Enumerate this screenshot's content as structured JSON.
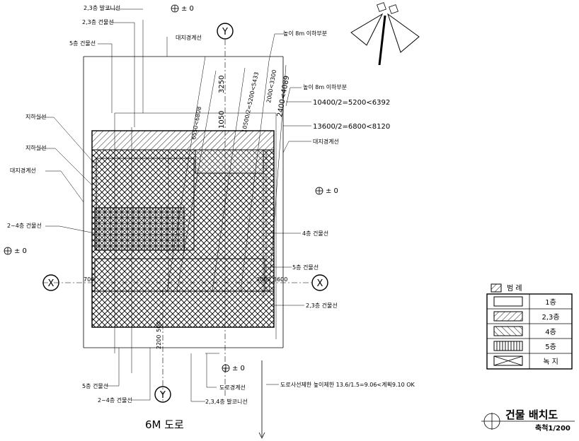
{
  "labels": {
    "site_line_top": "대지경계선",
    "floor23_top": "2,3층 건물선",
    "floor5_left": "5층 건물선",
    "eave23": "2,3층 발코니선",
    "height_8m_1": "높이 8m 이하부분",
    "height_8m_2": "높이 8m 이하부분",
    "calc_1": "10400/2=5200<6392",
    "calc_2": "13600/2=6800<8120",
    "site_line_right": "대지경계선",
    "floor4_right": "4층 건물선",
    "floor5_right": "5층 건물선",
    "floor23_right": "2,3층 건물선",
    "left_a": "지하실선",
    "left_b": "지하실선",
    "site_line_left": "대지경계선",
    "floor24_left": "2~4층 건물선",
    "floor5_bottom": "5층 건물선",
    "floor24_bottom": "2~4층 건물선",
    "eave234": "2,3,4층 발코니선",
    "road_line": "도로경계선",
    "road_note": "도로사선제한 높이제한 13.6/1.5=9.06<계획9.10 OK",
    "road": "6M 도로",
    "plan_title": "건물 배치도",
    "scale": "축척1/200"
  },
  "level_marks": {
    "top": "± 0",
    "right": "± 0",
    "left": "± 0",
    "bottom": "± 0"
  },
  "axis_markers": {
    "y": "Y",
    "x": "X"
  },
  "dims": {
    "d_3250": "3250",
    "d_1050": "1050",
    "d_6550": "6550<6808",
    "d_5200": "10500/2=5200<5433",
    "d_2000": "2000<3300",
    "d_2400": "2400<4089",
    "d_700": "700",
    "d_3000": "3000",
    "d_3600": "3600",
    "d_2200": "2200",
    "d_500": "500"
  },
  "legend": {
    "title": "범  례",
    "items": [
      "1층",
      "2,3층",
      "4층",
      "5층",
      "녹  지"
    ]
  }
}
